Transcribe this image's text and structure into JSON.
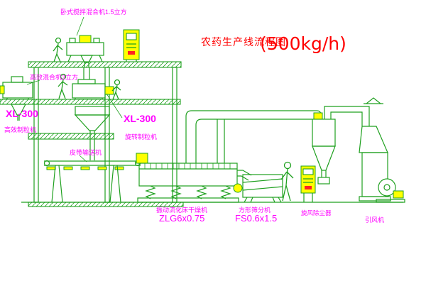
{
  "drawing": {
    "title_main": "农药生产线流程图",
    "title_capacity": "(500kg/h)"
  },
  "labels": {
    "mixer_top": "卧式搅拌混合机1.5立方",
    "mixer_mid": "高效混合机3立方",
    "xl300_left": "XL-300",
    "granulator_left": "高效制粒机",
    "xl300_center": "XL-300",
    "granulator_center": "旋转制粒机",
    "belt_conveyor": "皮带输送机",
    "dryer_name": "振动流化床干燥机",
    "dryer_model": "ZLG6x0.75",
    "sieve_name": "方形筛分机",
    "sieve_model": "FS0.6x1.5",
    "cyclone": "旋风除尘器",
    "fan": "引风机"
  },
  "colors": {
    "line_green": "#1fa01f",
    "label_magenta": "#ff00ff",
    "title_red": "#ff0000",
    "equipment_yellow": "#ffff00",
    "background": "#ffffff"
  }
}
